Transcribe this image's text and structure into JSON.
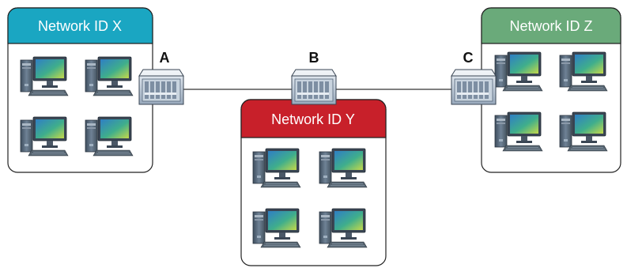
{
  "networks": [
    {
      "id": "x",
      "title": "Network ID X",
      "color": "#1aa6c2"
    },
    {
      "id": "y",
      "title": "Network ID Y",
      "color": "#c8202a"
    },
    {
      "id": "z",
      "title": "Network ID Z",
      "color": "#6aaa7a"
    }
  ],
  "routers": [
    {
      "id": "a",
      "label": "A"
    },
    {
      "id": "b",
      "label": "B"
    },
    {
      "id": "c",
      "label": "C"
    }
  ],
  "colors": {
    "box_border": "#222222",
    "link_line": "#333333",
    "router_body": "#b9c7d6",
    "monitor_screen": "#3fae8c",
    "tower": "#5c6f82"
  },
  "icons": {
    "computer": "desktop-computer-icon",
    "router": "router-icon"
  }
}
